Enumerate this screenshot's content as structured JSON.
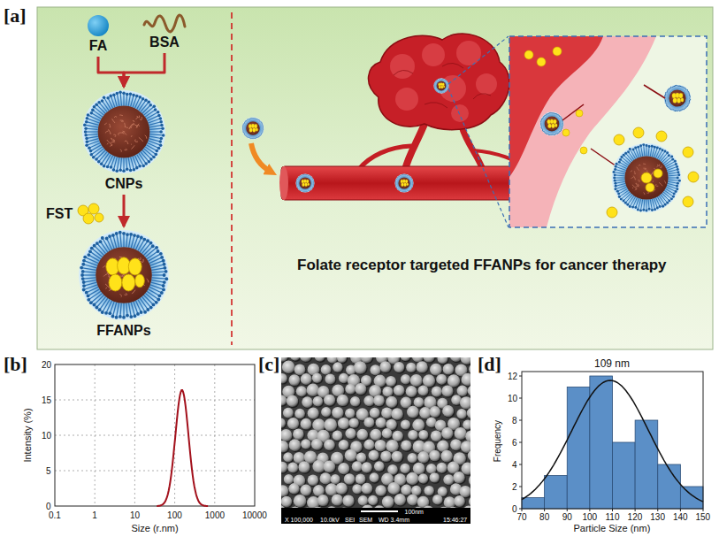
{
  "diagram": {
    "nodes": [
      {
        "text": [
          "FA"
        ]
      },
      {
        "text": [
          "BSA"
        ]
      },
      {
        "text": [
          "CNPs"
        ]
      },
      {
        "text": [
          "FFANPs"
        ]
      }
    ],
    "edges": [
      {
        "from": 0,
        "to": 2,
        "arrow": "to"
      },
      {
        "from": 1,
        "to": 2,
        "arrow": "to"
      },
      {
        "from": 2,
        "to": 3,
        "arrow": "to"
      }
    ],
    "labels": [
      "[a]",
      "FST",
      "Folate receptor targeted FFANPs for cancer therapy",
      "[b]",
      "Intensity (%)",
      "20",
      "15",
      "10",
      "5",
      "0",
      "0.1",
      "1",
      "10",
      "100",
      "1000",
      "10000",
      "Size (r.nm)",
      "[c]",
      "100nm",
      "X 100,000",
      "10.0kV",
      "SEI",
      "SEM",
      "WD 3.4mm",
      "15:46:27",
      "[d]",
      "109 nm",
      "Frequency",
      "12",
      "10",
      "8",
      "6",
      "4",
      "2",
      "0",
      "70",
      "80",
      "90",
      "100",
      "110",
      "120",
      "130",
      "140",
      "150",
      "Particle Size (nm)"
    ]
  }
}
